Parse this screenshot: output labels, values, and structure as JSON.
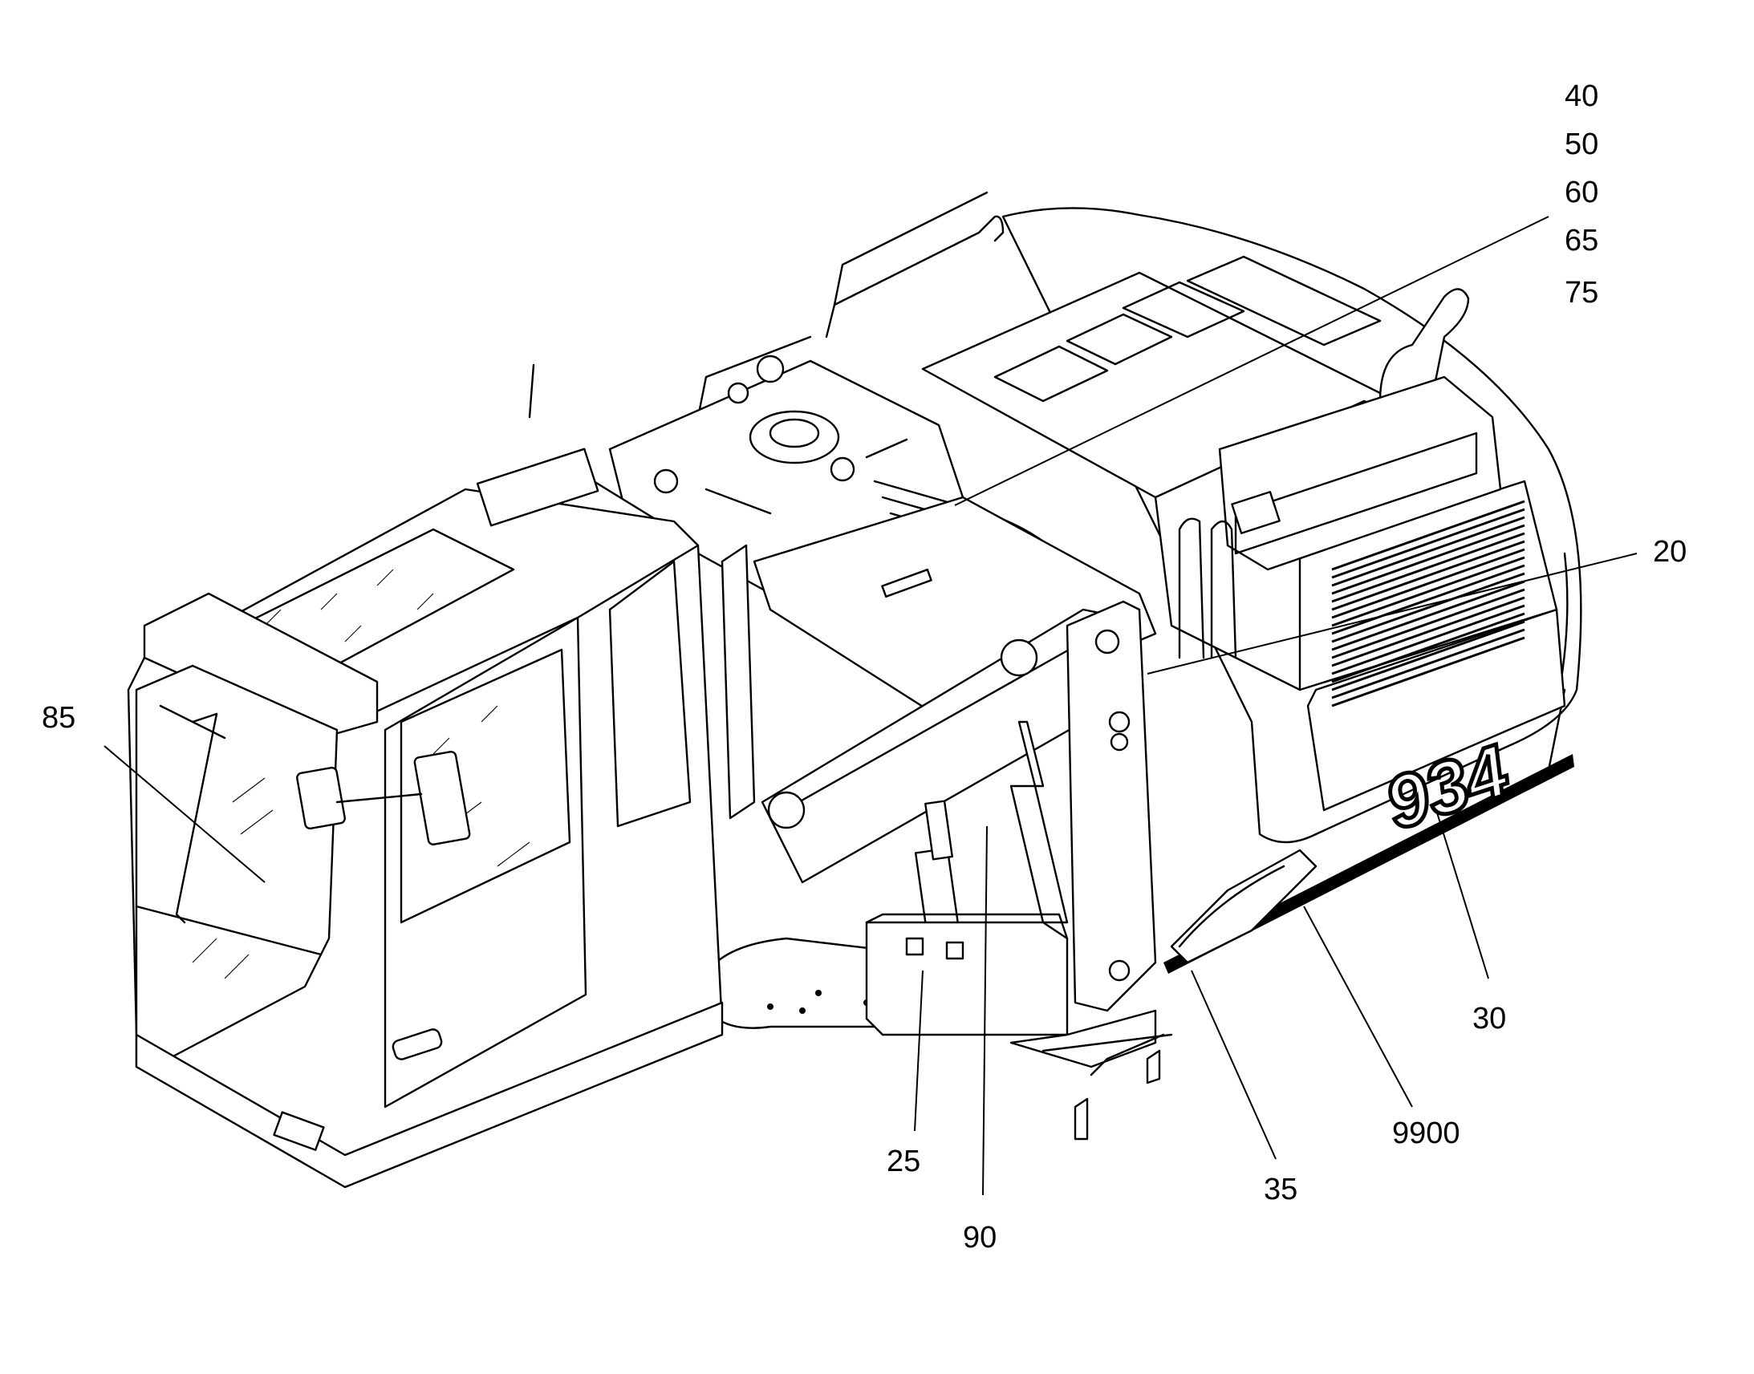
{
  "callouts": {
    "c40": "40",
    "c50": "50",
    "c60": "60",
    "c65": "65",
    "c75": "75",
    "c20": "20",
    "c85": "85",
    "c30": "30",
    "c9900": "9900",
    "c35": "35",
    "c25": "25",
    "c90": "90"
  },
  "model_number": "934"
}
